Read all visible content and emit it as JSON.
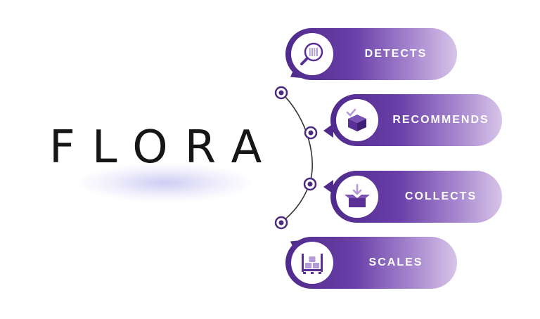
{
  "logo": {
    "text": "FLORA"
  },
  "steps": [
    {
      "label": "DETECTS",
      "icon": "magnifier-barcode-icon"
    },
    {
      "label": "RECOMMENDS",
      "icon": "box-check-icon"
    },
    {
      "label": "COLLECTS",
      "icon": "open-box-arrow-icon"
    },
    {
      "label": "SCALES",
      "icon": "pallet-boxes-icon"
    }
  ],
  "colors": {
    "pill_start": "#4f2a8c",
    "pill_end": "#d7c4e8",
    "icon": "#5a2f96",
    "icon_accent": "#b49ad6",
    "node": "#4b2a7f",
    "line": "#333333"
  }
}
